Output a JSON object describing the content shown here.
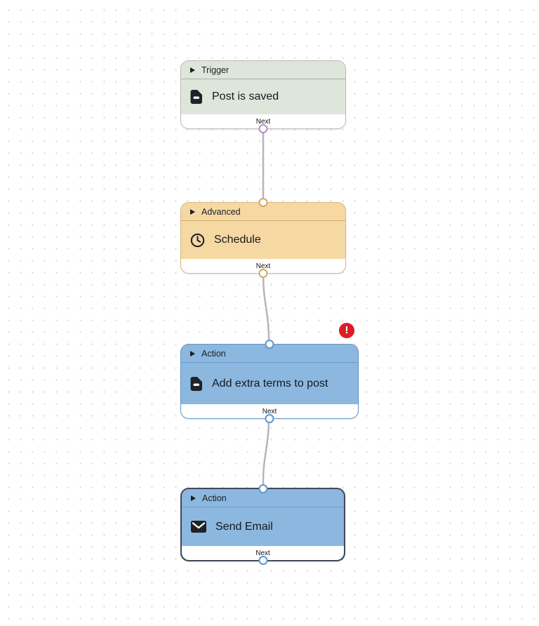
{
  "canvas": {
    "background_color": "#ffffff",
    "dot_color": "#d6d6d6",
    "edge_color": "#b5b5bd"
  },
  "nodes": [
    {
      "category_label": "Trigger",
      "title": "Post is saved",
      "icon": "document-icon",
      "footer_label": "Next",
      "has_error": false,
      "selected": false,
      "colors": {
        "background": "#dee6db",
        "border": "#b6bdb3",
        "divider": "#a6afa3",
        "port": "#b78ec9"
      }
    },
    {
      "category_label": "Advanced",
      "title": "Schedule",
      "icon": "clock-icon",
      "footer_label": "Next",
      "has_error": false,
      "selected": false,
      "colors": {
        "background": "#f6d8a3",
        "border": "#d9b87a",
        "divider": "#cfae6f",
        "port": "#cfa96e"
      }
    },
    {
      "category_label": "Action",
      "title": "Add extra terms to post",
      "icon": "document-icon",
      "footer_label": "Next",
      "has_error": true,
      "selected": false,
      "colors": {
        "background": "#8cb8e0",
        "border": "#6094c5",
        "divider": "#6d9ccb",
        "port": "#5e96cc"
      }
    },
    {
      "category_label": "Action",
      "title": "Send Email",
      "icon": "envelope-icon",
      "footer_label": "Next",
      "has_error": false,
      "selected": true,
      "colors": {
        "background": "#8cb8e0",
        "border": "#3f4a56",
        "divider": "#6d9ccb",
        "port": "#5e96cc"
      }
    }
  ],
  "error_badge": {
    "symbol": "!",
    "color": "#df1b26"
  }
}
